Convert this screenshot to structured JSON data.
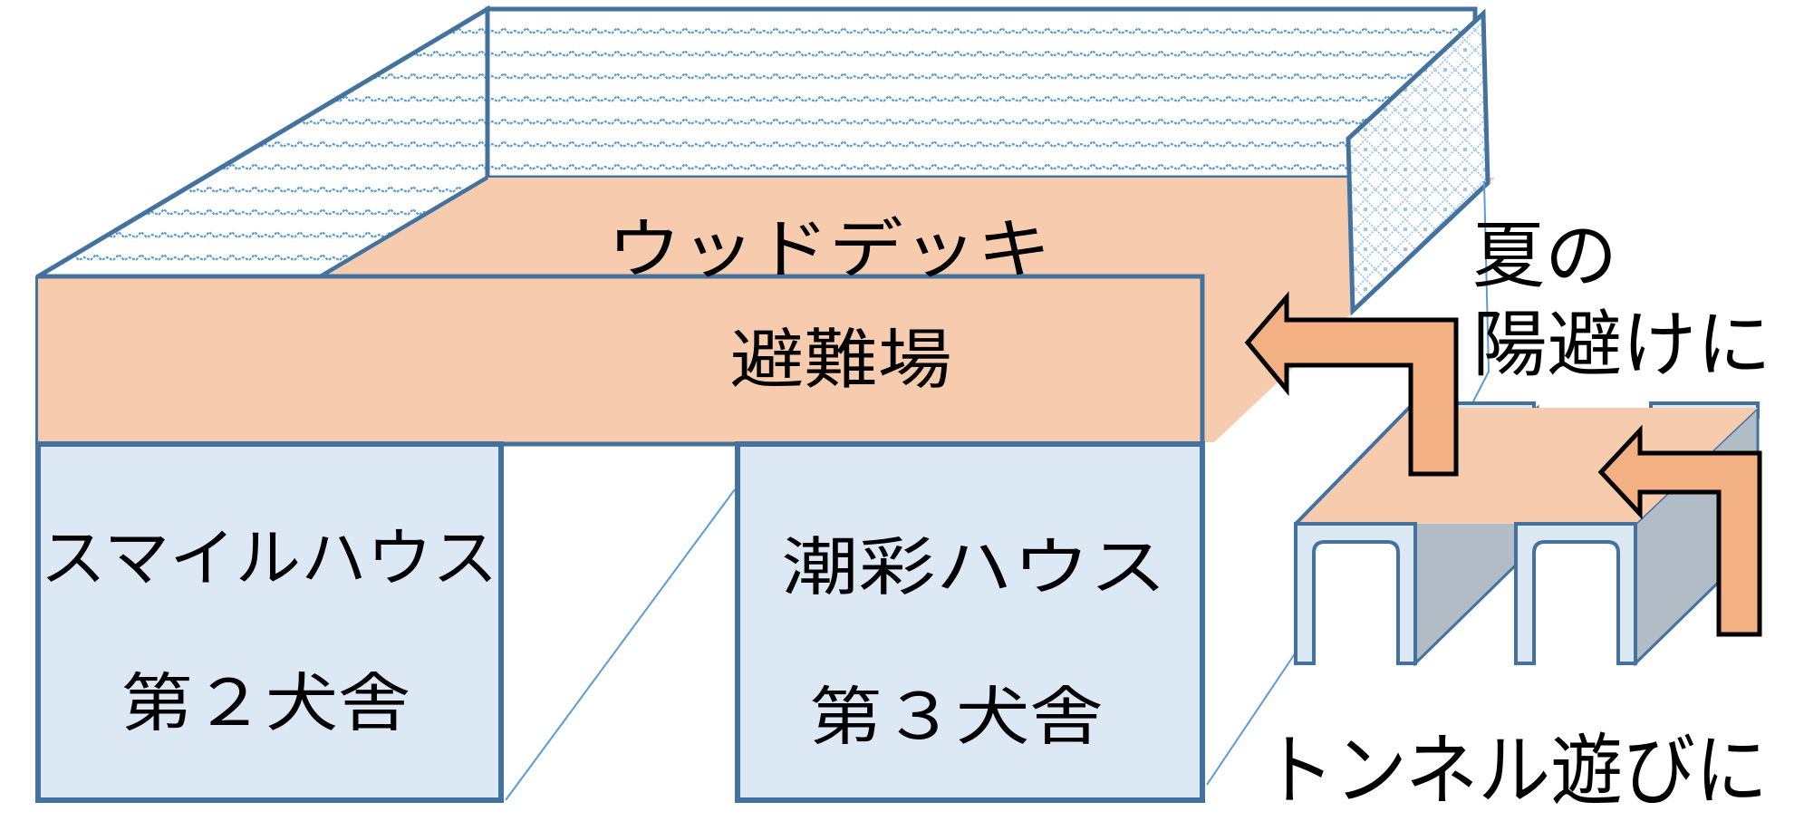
{
  "diagram": {
    "title": "Dog run layout",
    "areas": {
      "wood_deck": {
        "label": "ウッドデッキ"
      },
      "shelter": {
        "label": "避難場"
      }
    },
    "houses": [
      {
        "name": "スマイルハウス",
        "sub": "第２犬舎"
      },
      {
        "name": "潮彩ハウス",
        "sub": "第３犬舎"
      }
    ],
    "annotations": {
      "summer_shade_line1": "夏の",
      "summer_shade_line2": "陽避けに",
      "tunnel_play": "トンネル遊びに"
    },
    "colors": {
      "outline": "#44729f",
      "deck_fill": "#f7cbad",
      "arrow_fill": "#f3b183",
      "house_fill": "#dde8f5",
      "tunnel_side": "#b2bcc6",
      "pattern": "#5b9bd5",
      "pattern_light": "#9dc3e6"
    }
  }
}
